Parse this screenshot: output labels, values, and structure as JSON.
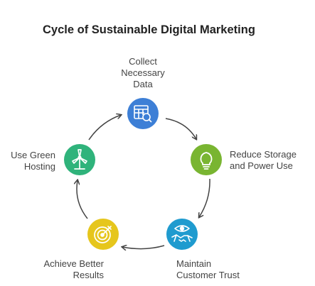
{
  "title": "Cycle of Sustainable Digital Marketing",
  "nodes": [
    {
      "lines": [
        "Collect",
        "Necessary",
        "Data"
      ],
      "color": "#3d7fd6",
      "icon": "table-search-icon"
    },
    {
      "lines": [
        "Reduce Storage",
        "and Power Use"
      ],
      "color": "#79b531",
      "icon": "lightbulb-icon"
    },
    {
      "lines": [
        "Maintain",
        "Customer Trust"
      ],
      "color": "#1f9bcf",
      "icon": "handshake-eye-icon"
    },
    {
      "lines": [
        "Achieve Better",
        "Results"
      ],
      "color": "#e6c61c",
      "icon": "target-icon"
    },
    {
      "lines": [
        "Use Green",
        "Hosting"
      ],
      "color": "#2fb37b",
      "icon": "wind-turbine-icon"
    }
  ]
}
